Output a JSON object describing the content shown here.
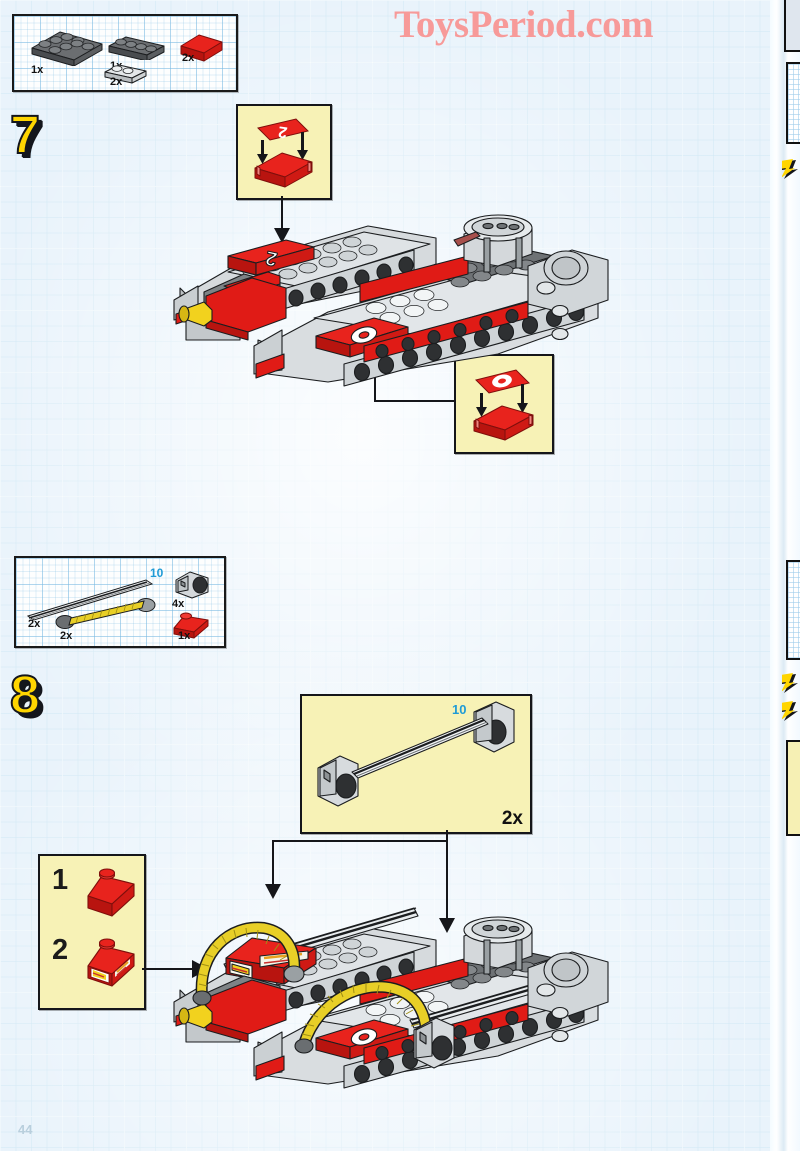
{
  "page": {
    "number": "44",
    "watermark": "ToysPeriod.com",
    "background_color": "#e9f3fb",
    "accent_yellow": "#ffd500",
    "callout_bg": "#f7f2b6",
    "lego_red": "#e01b16",
    "lego_grey": "#c8ccce",
    "lego_dark_grey": "#57595c",
    "lego_yellow": "#f2d21e"
  },
  "steps": [
    {
      "number": "7",
      "parts_box": {
        "parts": [
          {
            "name": "plate-2x4-dark-grey",
            "qty": "1x",
            "color": "#5a5d60"
          },
          {
            "name": "plate-1x4-dark-grey",
            "qty": "1x",
            "color": "#5a5d60"
          },
          {
            "name": "plate-1x2-light-grey",
            "qty": "2x",
            "color": "#d0d4d6"
          },
          {
            "name": "tile-2x2-red",
            "qty": "2x",
            "color": "#e01b16"
          }
        ]
      },
      "callouts": [
        {
          "name": "sticker-callout-2",
          "kind": "sticker-application",
          "sticker_label": "2",
          "tile_color": "#e01b16",
          "sticker_color": "#e01b16"
        },
        {
          "name": "sticker-callout-o",
          "kind": "sticker-application",
          "sticker_label": "O",
          "tile_color": "#e01b16",
          "sticker_color": "#e01b16"
        }
      ],
      "model_caption": ""
    },
    {
      "number": "8",
      "parts_box": {
        "parts": [
          {
            "name": "axle-10",
            "qty": "2x",
            "label": "10",
            "color": "#f0f2f3"
          },
          {
            "name": "flex-hose-yellow",
            "qty": "2x",
            "color": "#e8cf27"
          },
          {
            "name": "connector-peg-grey",
            "qty": "4x",
            "color": "#c8ccce"
          },
          {
            "name": "slope-brick-red",
            "qty": "1x",
            "color": "#e01b16"
          }
        ]
      },
      "callouts": [
        {
          "name": "subassembly-callout-axle",
          "kind": "sub-assembly",
          "axle_label": "10",
          "times": "2x"
        },
        {
          "name": "sticker-sequence-callout",
          "kind": "numbered-sequence",
          "items": [
            {
              "seq": "1",
              "name": "slope-brick-plain-red"
            },
            {
              "seq": "2",
              "name": "slope-brick-with-sticker"
            }
          ]
        }
      ]
    }
  ]
}
